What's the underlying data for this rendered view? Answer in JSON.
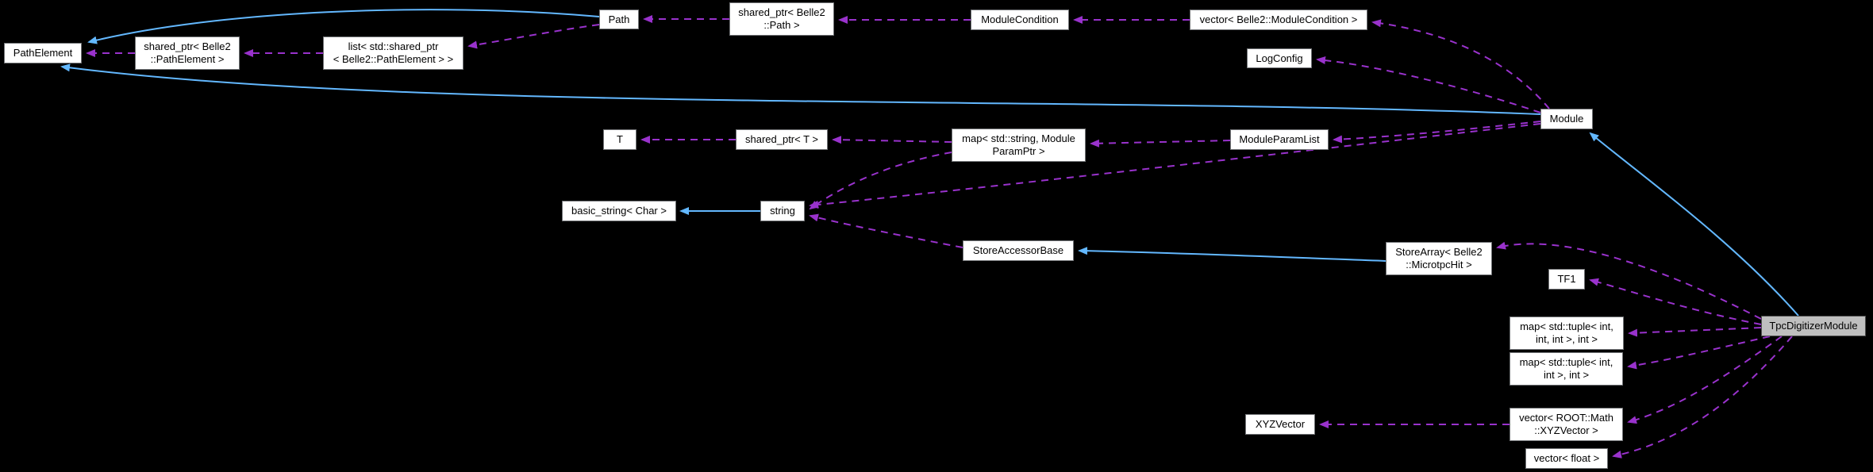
{
  "diagram": {
    "type": "doxygen-collaboration-graph",
    "background_color": "#000000",
    "node_fill_color": "#ffffff",
    "highlight_node_fill_color": "#bfbfbf",
    "inheritance_edge_color": "#63b8ff",
    "usage_edge_color": "#9932cc",
    "nodes": {
      "path_element": {
        "lines": [
          "PathElement"
        ]
      },
      "shared_ptr_path_element": {
        "lines": [
          "shared_ptr< Belle2",
          "::PathElement >"
        ]
      },
      "list_shared_ptr": {
        "lines": [
          "list< std::shared_ptr",
          "< Belle2::PathElement > >"
        ]
      },
      "path": {
        "lines": [
          "Path"
        ]
      },
      "shared_ptr_path": {
        "lines": [
          "shared_ptr< Belle2",
          "::Path >"
        ]
      },
      "module_condition": {
        "lines": [
          "ModuleCondition"
        ]
      },
      "vector_module_condition": {
        "lines": [
          "vector< Belle2::ModuleCondition >"
        ]
      },
      "log_config": {
        "lines": [
          "LogConfig"
        ]
      },
      "module": {
        "lines": [
          "Module"
        ]
      },
      "t": {
        "lines": [
          "T"
        ]
      },
      "shared_ptr_t": {
        "lines": [
          "shared_ptr< T >"
        ]
      },
      "map_string_moduleparamptr": {
        "lines": [
          "map< std::string, Module",
          "ParamPtr >"
        ]
      },
      "module_param_list": {
        "lines": [
          "ModuleParamList"
        ]
      },
      "basic_string_char": {
        "lines": [
          "basic_string< Char >"
        ]
      },
      "string": {
        "lines": [
          "string"
        ]
      },
      "store_accessor_base": {
        "lines": [
          "StoreAccessorBase"
        ]
      },
      "store_array": {
        "lines": [
          "StoreArray< Belle2",
          "::MicrotpcHit >"
        ]
      },
      "tf1": {
        "lines": [
          "TF1"
        ]
      },
      "map_tuple3": {
        "lines": [
          "map< std::tuple< int,",
          "int, int >, int >"
        ]
      },
      "tpc_digitizer_module": {
        "lines": [
          "TpcDigitizerModule"
        ]
      },
      "map_tuple2": {
        "lines": [
          "map< std::tuple< int,",
          "int >, int >"
        ]
      },
      "xyz_vector": {
        "lines": [
          "XYZVector"
        ]
      },
      "vector_root_xyzvector": {
        "lines": [
          "vector< ROOT::Math",
          "::XYZVector >"
        ]
      },
      "vector_float": {
        "lines": [
          "vector< float >"
        ]
      }
    },
    "edges": [
      {
        "from": "path",
        "to": "path_element",
        "style": "solid-inheritance"
      },
      {
        "from": "module",
        "to": "path_element",
        "style": "solid-inheritance"
      },
      {
        "from": "tpc_digitizer_module",
        "to": "module",
        "style": "solid-inheritance"
      },
      {
        "from": "store_array",
        "to": "store_accessor_base",
        "style": "solid-inheritance"
      },
      {
        "from": "string",
        "to": "basic_string_char",
        "style": "solid-inheritance"
      },
      {
        "from": "shared_ptr_path_element",
        "to": "path_element",
        "style": "dashed-usage"
      },
      {
        "from": "list_shared_ptr",
        "to": "shared_ptr_path_element",
        "style": "dashed-usage"
      },
      {
        "from": "path",
        "to": "list_shared_ptr",
        "style": "dashed-usage"
      },
      {
        "from": "shared_ptr_path",
        "to": "path",
        "style": "dashed-usage"
      },
      {
        "from": "module_condition",
        "to": "shared_ptr_path",
        "style": "dashed-usage"
      },
      {
        "from": "vector_module_condition",
        "to": "module_condition",
        "style": "dashed-usage"
      },
      {
        "from": "module",
        "to": "vector_module_condition",
        "style": "dashed-usage"
      },
      {
        "from": "module",
        "to": "log_config",
        "style": "dashed-usage"
      },
      {
        "from": "shared_ptr_t",
        "to": "t",
        "style": "dashed-usage"
      },
      {
        "from": "map_string_moduleparamptr",
        "to": "shared_ptr_t",
        "style": "dashed-usage"
      },
      {
        "from": "module_param_list",
        "to": "map_string_moduleparamptr",
        "style": "dashed-usage"
      },
      {
        "from": "module",
        "to": "module_param_list",
        "style": "dashed-usage"
      },
      {
        "from": "module",
        "to": "string",
        "style": "dashed-usage"
      },
      {
        "from": "map_string_moduleparamptr",
        "to": "string",
        "style": "dashed-usage"
      },
      {
        "from": "store_accessor_base",
        "to": "string",
        "style": "dashed-usage"
      },
      {
        "from": "tpc_digitizer_module",
        "to": "store_array",
        "style": "dashed-usage"
      },
      {
        "from": "tpc_digitizer_module",
        "to": "tf1",
        "style": "dashed-usage"
      },
      {
        "from": "tpc_digitizer_module",
        "to": "map_tuple3",
        "style": "dashed-usage"
      },
      {
        "from": "tpc_digitizer_module",
        "to": "map_tuple2",
        "style": "dashed-usage"
      },
      {
        "from": "tpc_digitizer_module",
        "to": "vector_root_xyzvector",
        "style": "dashed-usage"
      },
      {
        "from": "tpc_digitizer_module",
        "to": "vector_float",
        "style": "dashed-usage"
      },
      {
        "from": "vector_root_xyzvector",
        "to": "xyz_vector",
        "style": "dashed-usage"
      }
    ]
  }
}
